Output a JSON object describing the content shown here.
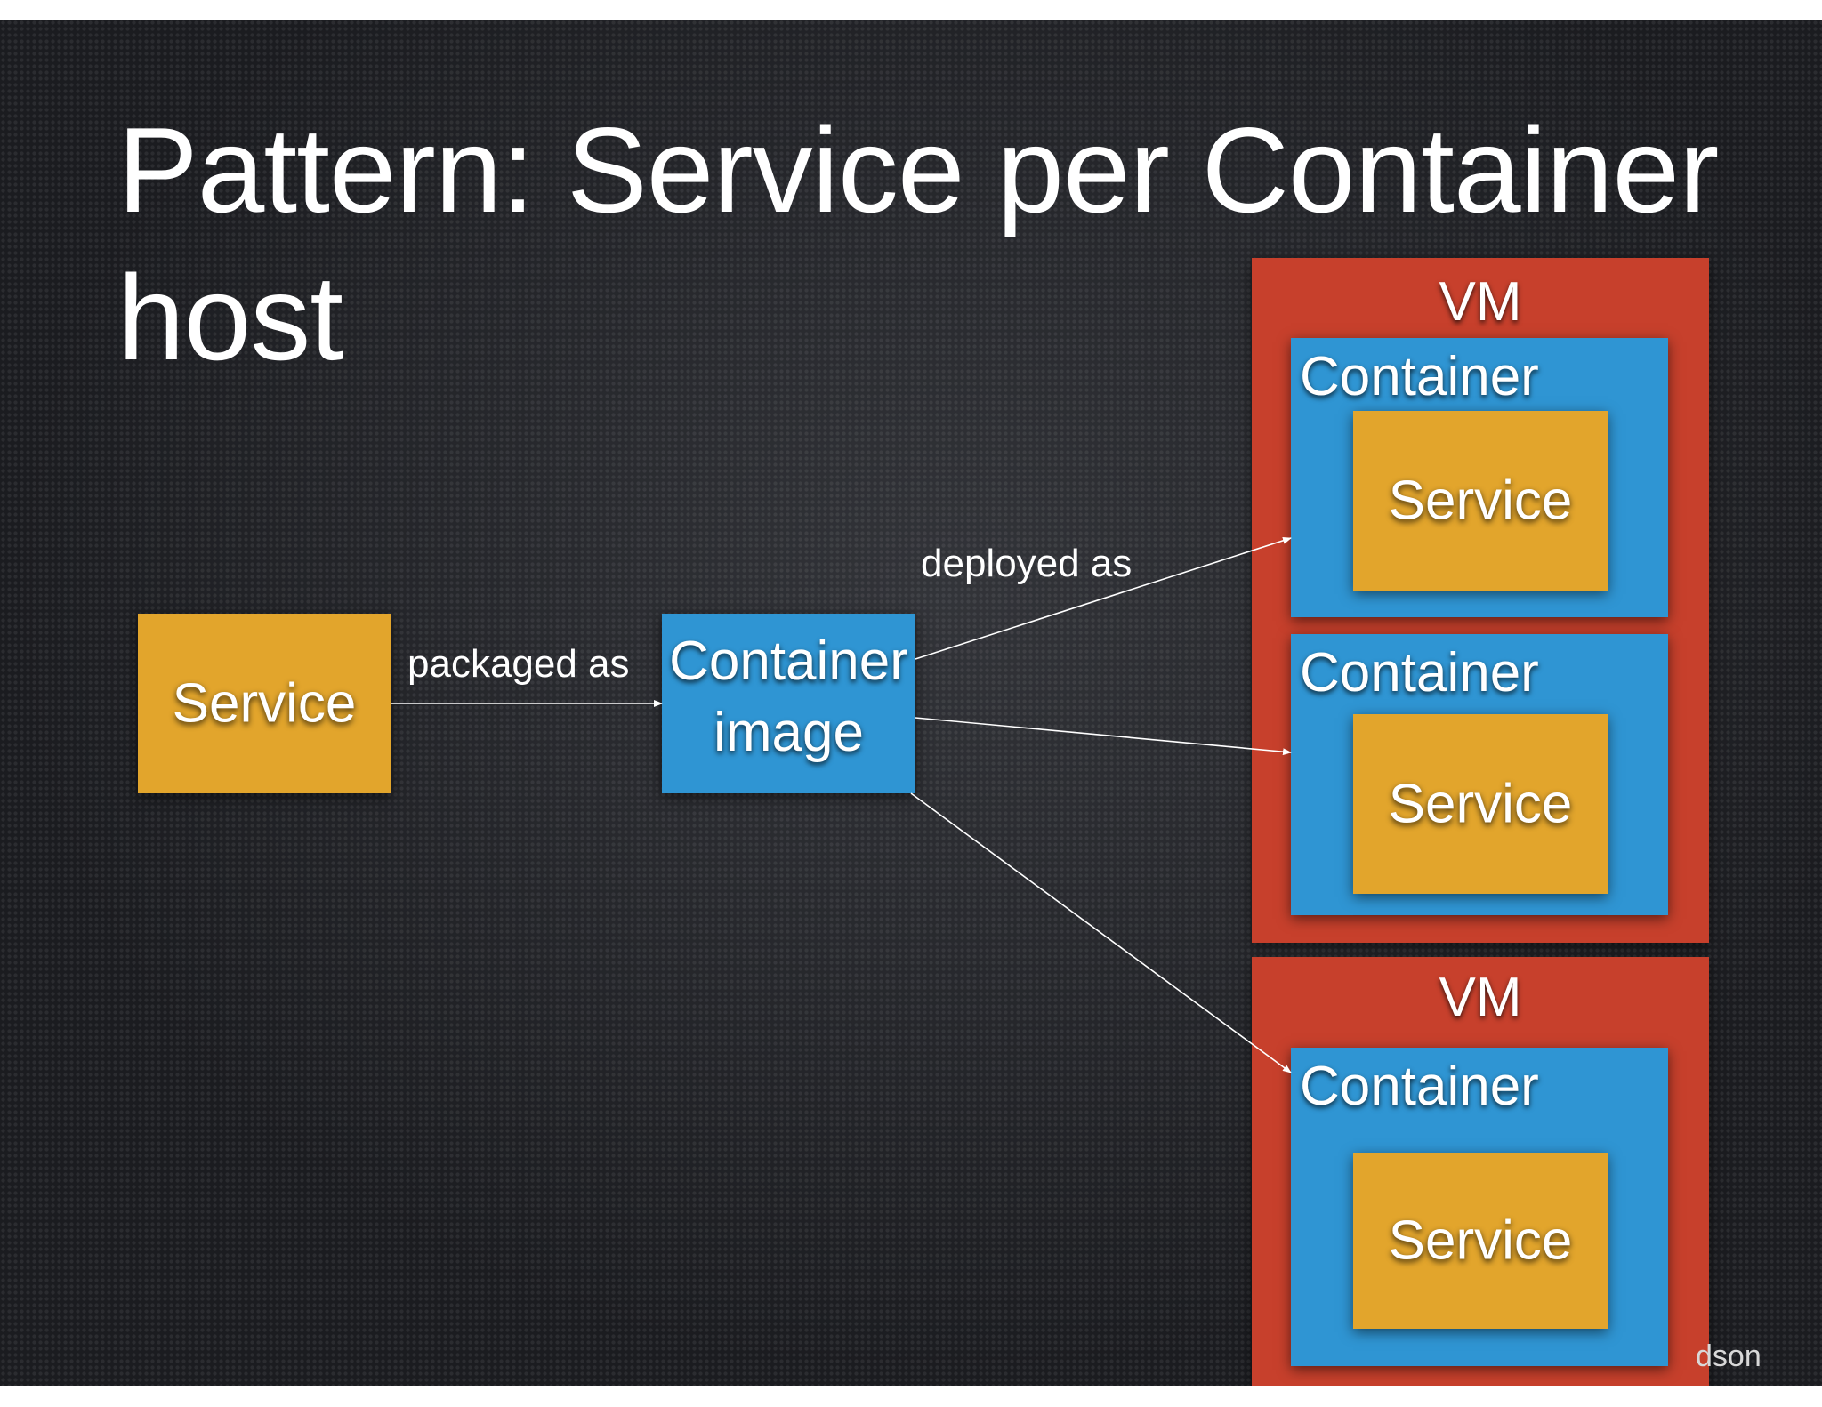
{
  "slide": {
    "title": "Pattern: Service per Container host",
    "footer_text": "dson"
  },
  "diagram": {
    "source_service": {
      "label": "Service"
    },
    "container_image": {
      "label_line1": "Container",
      "label_line2": "image"
    },
    "edges": {
      "packaged_as": "packaged as",
      "deployed_as": "deployed as"
    },
    "vms": [
      {
        "label": "VM",
        "containers": [
          {
            "label": "Container",
            "service": "Service"
          },
          {
            "label": "Container",
            "service": "Service"
          }
        ]
      },
      {
        "label": "VM",
        "containers": [
          {
            "label": "Container",
            "service": "Service"
          }
        ]
      }
    ]
  },
  "colors": {
    "service": "#e2a52c",
    "container": "#2f95d3",
    "vm": "#c7402c",
    "background": "#1b1c20",
    "arrow": "#ffffff"
  }
}
